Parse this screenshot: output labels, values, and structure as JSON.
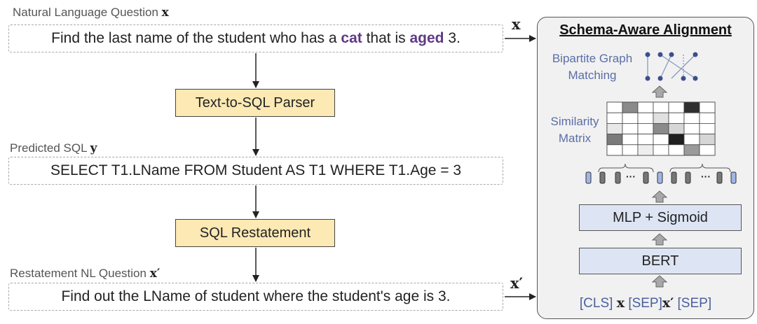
{
  "left": {
    "caption1": "Natural Language Question",
    "var1": "x",
    "question_parts": [
      "Find the last name of the student who has a ",
      "cat",
      " that is ",
      "aged",
      " 3."
    ],
    "parser_label": "Text-to-SQL Parser",
    "caption2": "Predicted SQL",
    "var2": "y",
    "sql": "SELECT T1.LName FROM Student AS T1 WHERE T1.Age = 3",
    "restate_label": "SQL Restatement",
    "caption3": "Restatement NL Question",
    "var3": "x′",
    "restated_question": "Find out the LName of student where the student's age is 3.",
    "arrow_label_top": "x",
    "arrow_label_bottom": "x′"
  },
  "panel": {
    "title": "Schema-Aware Alignment",
    "bipartite_label": [
      "Bipartite Graph",
      "Matching"
    ],
    "similarity_label": [
      "Similarity",
      "Matrix"
    ],
    "mlp_label": "MLP + Sigmoid",
    "bert_label": "BERT",
    "tokens": {
      "cls": "[CLS]",
      "x": "x",
      "sep1": "[SEP]",
      "xp": "x′",
      "sep2": "[SEP]"
    },
    "dots": "···"
  }
}
